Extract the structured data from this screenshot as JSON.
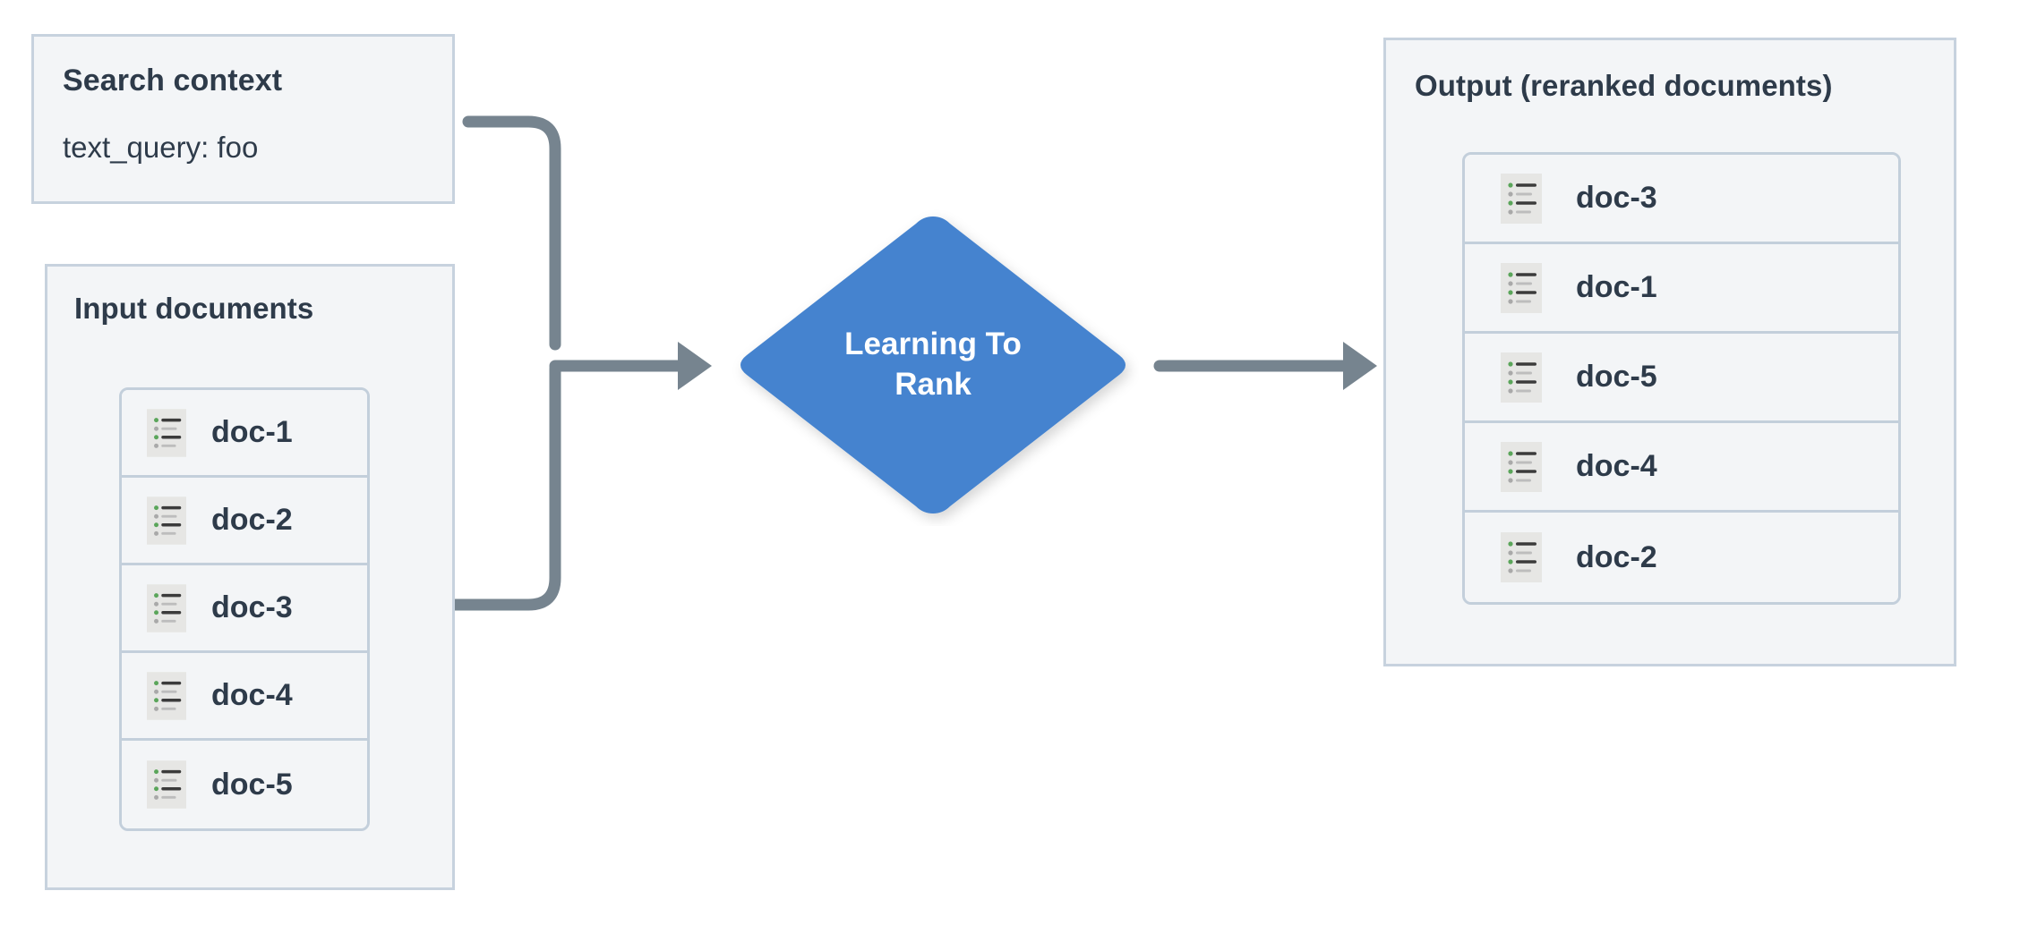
{
  "diagram": {
    "title": "Learning To Rank reranking flow",
    "background": "#ffffff",
    "colors": {
      "panel_fill": "#f3f5f7",
      "panel_border": "#c7d2de",
      "row_border": "#c3cfdb",
      "text": "#2e3b4a",
      "node_blue": "#4483cf",
      "node_text": "#ffffff",
      "connector": "#76848f",
      "icon_bg": "#e6e6e4",
      "icon_bullet_green": "#5aa55a",
      "icon_bullet_gray": "#a9a9a9",
      "icon_line_dark": "#3b3b3b",
      "icon_line_gray": "#bdbdbd"
    }
  },
  "search_context": {
    "title": "Search context",
    "query_line": "text_query: foo"
  },
  "input_documents": {
    "title": "Input documents",
    "docs": [
      {
        "label": "doc-1",
        "icon": "document-list-icon"
      },
      {
        "label": "doc-2",
        "icon": "document-list-icon"
      },
      {
        "label": "doc-3",
        "icon": "document-list-icon"
      },
      {
        "label": "doc-4",
        "icon": "document-list-icon"
      },
      {
        "label": "doc-5",
        "icon": "document-list-icon"
      }
    ]
  },
  "process_node": {
    "label": "Learning To Rank",
    "label_line_1": "Learning To",
    "label_line_2": "Rank",
    "shape": "diamond",
    "icon": "diamond-node-icon"
  },
  "output_documents": {
    "title": "Output (reranked documents)",
    "docs": [
      {
        "label": "doc-3",
        "icon": "document-list-icon"
      },
      {
        "label": "doc-1",
        "icon": "document-list-icon"
      },
      {
        "label": "doc-5",
        "icon": "document-list-icon"
      },
      {
        "label": "doc-4",
        "icon": "document-list-icon"
      },
      {
        "label": "doc-2",
        "icon": "document-list-icon"
      }
    ]
  },
  "connectors": [
    {
      "name": "search-context-to-ltr",
      "from": "search_context",
      "to": "process_node",
      "style": "elbow-arrow"
    },
    {
      "name": "input-documents-to-ltr",
      "from": "input_documents",
      "to": "process_node",
      "style": "elbow-arrow"
    },
    {
      "name": "ltr-to-output",
      "from": "process_node",
      "to": "output_documents",
      "style": "straight-arrow"
    }
  ]
}
